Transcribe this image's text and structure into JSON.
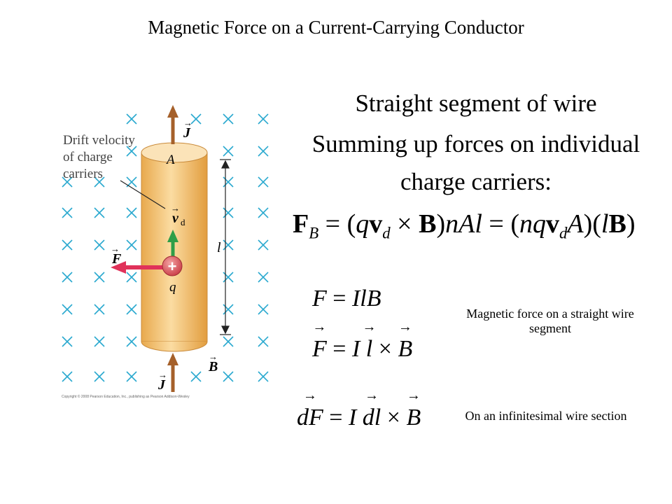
{
  "title": "Magnetic Force on a Current-Carrying Conductor",
  "headings": {
    "line1": "Straight segment of wire",
    "line2": "Summing up forces on individual",
    "line3": "charge carriers:"
  },
  "captions": {
    "straight": "Magnetic force on a straight wire segment",
    "infinitesimal": "On an infinitesimal wire section"
  },
  "figure": {
    "drift_label_1": "Drift velocity",
    "drift_label_2": "of charge",
    "drift_label_3": "carriers",
    "label_J": "J",
    "label_A": "A",
    "label_vd": "v",
    "label_vd_sub": "d",
    "label_F": "F",
    "label_q": "q",
    "label_l": "l",
    "label_B": "B",
    "plus": "+",
    "copyright": "Copyright © 2008 Pearson Education, Inc., publishing as Pearson Addison-Wesley"
  },
  "colors": {
    "field_x": "#2aa9cf",
    "conductor_fill": "#f5c77a",
    "J_arrow": "#a5602a",
    "v_arrow": "#2e9e48",
    "F_arrow": "#e0325a",
    "charge": "#d9535a"
  }
}
